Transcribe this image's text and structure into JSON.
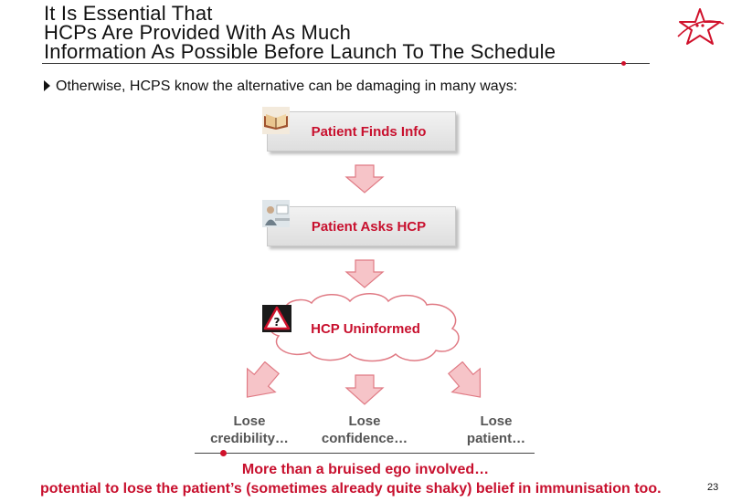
{
  "slide": {
    "title_lines": [
      "It Is Essential That",
      "HCPs Are Provided With As Much",
      "Information As Possible Before Launch To The Schedule"
    ],
    "bullet": "Otherwise, HCPS know the alternative can be damaging in many ways:",
    "flow": {
      "step1": "Patient Finds Info",
      "step2": "Patient Asks HCP",
      "step3": "HCP Uninformed"
    },
    "outcomes": [
      {
        "line1": "Lose",
        "line2": "credibility…"
      },
      {
        "line1": "Lose",
        "line2": "confidence…"
      },
      {
        "line1": "Lose",
        "line2": "patient…"
      }
    ],
    "punchline1": "More than a bruised ego involved…",
    "punchline2": "potential to lose the patient’s (sometimes already  quite shaky) belief in immunisation too.",
    "page_number": "23"
  },
  "icons": {
    "logo": "star-logo-icon",
    "book": "open-book-icon",
    "person": "person-photo-icon",
    "warning": "warning-sign-icon",
    "arrow": "down-arrow-icon"
  },
  "colors": {
    "accent": "#c8102e",
    "arrow_fill": "#f6c4c8",
    "arrow_stroke": "#e07a84"
  }
}
